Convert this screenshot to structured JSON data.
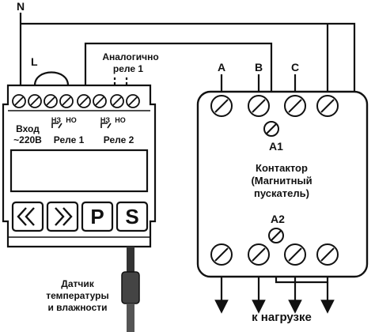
{
  "labels": {
    "n": "N",
    "l": "L",
    "analog_line1": "Аналогично",
    "analog_line2": "реле 1",
    "input_line1": "Вход",
    "input_line2": "~220В",
    "nz1": "НЗ",
    "no1": "НО",
    "relay1": "Реле 1",
    "nz2": "НЗ",
    "no2": "НО",
    "relay2": "Реле 2",
    "sensor_line1": "Датчик",
    "sensor_line2": "температуры",
    "sensor_line3": "и влажности",
    "phase_a": "A",
    "phase_b": "B",
    "phase_c": "C",
    "a1": "A1",
    "a2": "A2",
    "contactor_line1": "Контактор",
    "contactor_line2": "(Магнитный",
    "contactor_line3": "пускатель)",
    "to_load": "к нагрузке"
  },
  "controller": {
    "button_p": "P",
    "button_s": "S",
    "button_left_icon": "double-chevron-left-icon",
    "button_right_icon": "double-chevron-right-icon",
    "terminal_count": 8
  },
  "contactor": {
    "top_terminal_count": 4,
    "bottom_terminal_count": 4
  },
  "colors": {
    "line": "#111111",
    "background": "#ffffff",
    "sensor_cable": "#555555"
  }
}
